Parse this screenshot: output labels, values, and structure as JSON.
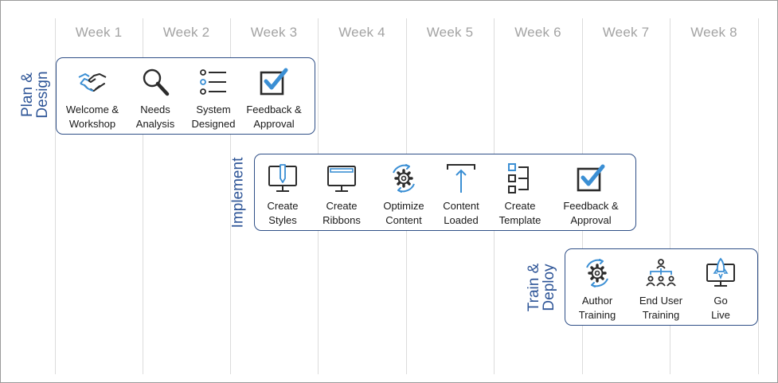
{
  "weeks": [
    "Week 1",
    "Week 2",
    "Week 3",
    "Week 4",
    "Week 5",
    "Week 6",
    "Week 7",
    "Week 8"
  ],
  "colors": {
    "phase_border": "#2f4f87",
    "phase_label": "#2e5597",
    "icon_dark": "#2b2b2b",
    "icon_accent": "#3b8fd4",
    "week_text": "#a3a3a3",
    "grid_line": "#dcdcdc"
  },
  "phases": [
    {
      "label": [
        "Plan &",
        "Design"
      ],
      "steps": [
        {
          "icon": "handshake-icon",
          "label": [
            "Welcome &",
            "Workshop"
          ]
        },
        {
          "icon": "magnifier-icon",
          "label": [
            "Needs",
            "Analysis"
          ]
        },
        {
          "icon": "checklist-icon",
          "label": [
            "System",
            "Designed"
          ]
        },
        {
          "icon": "checkbox-icon",
          "label": [
            "Feedback &",
            "Approval"
          ]
        }
      ]
    },
    {
      "label": [
        "Implement"
      ],
      "steps": [
        {
          "icon": "monitor-pencil-icon",
          "label": [
            "Create",
            "Styles"
          ]
        },
        {
          "icon": "monitor-ribbon-icon",
          "label": [
            "Create",
            "Ribbons"
          ]
        },
        {
          "icon": "gear-cycle-icon",
          "label": [
            "Optimize",
            "Content"
          ]
        },
        {
          "icon": "upload-arrow-icon",
          "label": [
            "Content",
            "Loaded"
          ]
        },
        {
          "icon": "template-icon",
          "label": [
            "Create",
            "Template"
          ]
        },
        {
          "icon": "checkbox-icon",
          "label": [
            "Feedback &",
            "Approval"
          ]
        }
      ]
    },
    {
      "label": [
        "Train &",
        "Deploy"
      ],
      "steps": [
        {
          "icon": "gear-cycle-icon",
          "label": [
            "Author",
            "Training"
          ]
        },
        {
          "icon": "org-chart-icon",
          "label": [
            "End User",
            "Training"
          ]
        },
        {
          "icon": "monitor-rocket-icon",
          "label": [
            "Go",
            "Live"
          ]
        }
      ]
    }
  ]
}
